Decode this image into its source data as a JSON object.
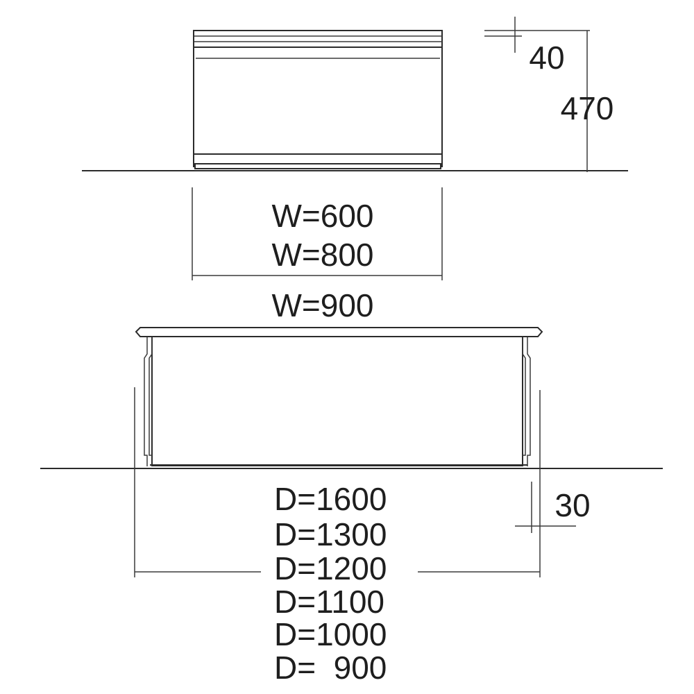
{
  "front_view": {
    "width_labels": [
      "W=600",
      "W=800",
      "W=900"
    ],
    "rim_height_label": "40",
    "total_height_label": "470"
  },
  "side_view": {
    "depth_labels": [
      "D=1600",
      "D=1300",
      "D=1200",
      "D=1100",
      "D=1000",
      "D=  900"
    ],
    "floor_gap_label": "30"
  }
}
